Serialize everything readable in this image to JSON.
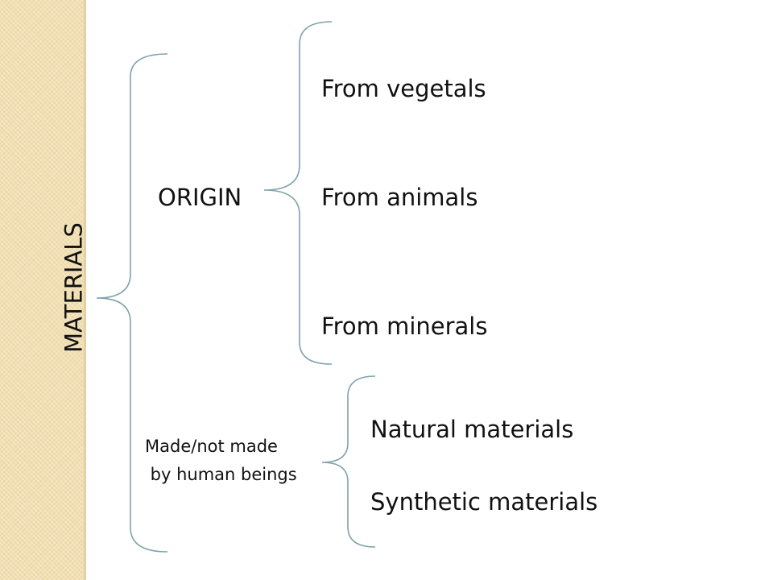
{
  "diagram": {
    "root": "MATERIALS",
    "branches": [
      {
        "label": "ORIGIN",
        "children": [
          "From vegetals",
          "From animals",
          "From minerals"
        ]
      },
      {
        "label_lines": [
          "Made/not made",
          " by human beings"
        ],
        "children": [
          "Natural materials",
          "Synthetic materials"
        ]
      }
    ]
  },
  "colors": {
    "brace": "#7fa3aa",
    "side_strip": "#f1dfb3",
    "text": "#111111"
  }
}
